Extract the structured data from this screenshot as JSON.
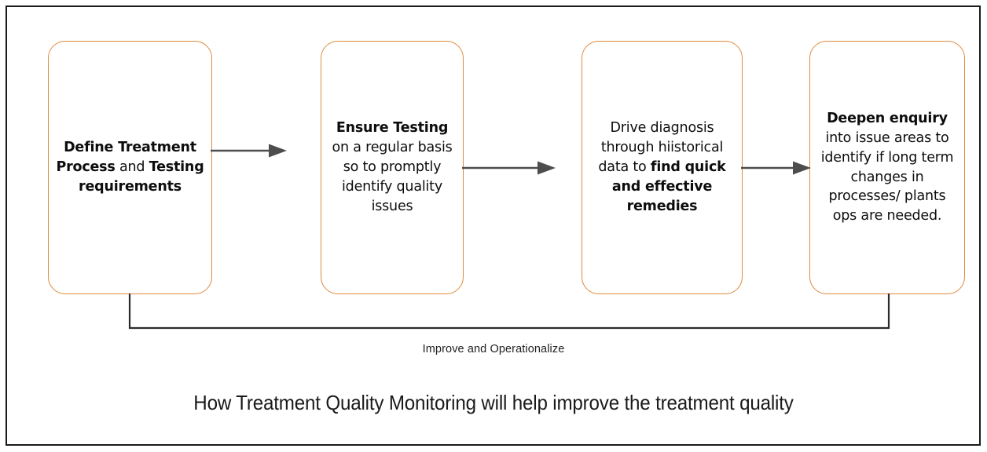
{
  "diagram": {
    "caption": "How Treatment Quality Monitoring will help improve the treatment quality",
    "feedback_label": "Improve and Operationalize",
    "accent_color": "#e08a3c",
    "arrow_color": "#4d4d4d",
    "frame_color": "#1a1a1a",
    "steps": [
      {
        "id": "define-treatment-process",
        "segments": [
          {
            "text": "Define Treatment Process",
            "bold": true
          },
          {
            "text": " and ",
            "bold": false
          },
          {
            "text": "Testing requirements",
            "bold": true
          }
        ],
        "plain_text": "Define Treatment Process and Testing requirements"
      },
      {
        "id": "ensure-testing",
        "segments": [
          {
            "text": "Ensure Testing",
            "bold": true
          },
          {
            "text": " on a regular basis so to promptly identify quality issues",
            "bold": false
          }
        ],
        "plain_text": "Ensure Testing on a regular basis so to promptly identify quality issues"
      },
      {
        "id": "drive-diagnosis",
        "segments": [
          {
            "text": "Drive diagnosis through hiistorical data to ",
            "bold": false
          },
          {
            "text": "find quick and effective remedies",
            "bold": true
          }
        ],
        "plain_text": "Drive diagnosis through hiistorical data to find quick and effective remedies"
      },
      {
        "id": "deepen-enquiry",
        "segments": [
          {
            "text": "Deepen enquiry",
            "bold": true
          },
          {
            "text": " into issue areas to identify if long term changes in processes/ plants ops are needed.",
            "bold": false
          }
        ],
        "plain_text": "Deepen enquiry into issue areas to identify if long term changes in processes/ plants ops are needed."
      }
    ],
    "connectors": [
      {
        "id": "arrow-step1-to-step2",
        "from": "define-treatment-process",
        "to": "ensure-testing",
        "style": "arrow"
      },
      {
        "id": "arrow-step2-to-step3",
        "from": "ensure-testing",
        "to": "drive-diagnosis",
        "style": "arrow"
      },
      {
        "id": "arrow-step3-to-step4",
        "from": "drive-diagnosis",
        "to": "deepen-enquiry",
        "style": "arrow"
      },
      {
        "id": "feedback-loop",
        "from": "deepen-enquiry",
        "to": "define-treatment-process",
        "style": "line",
        "label": "Improve and Operationalize"
      }
    ]
  }
}
